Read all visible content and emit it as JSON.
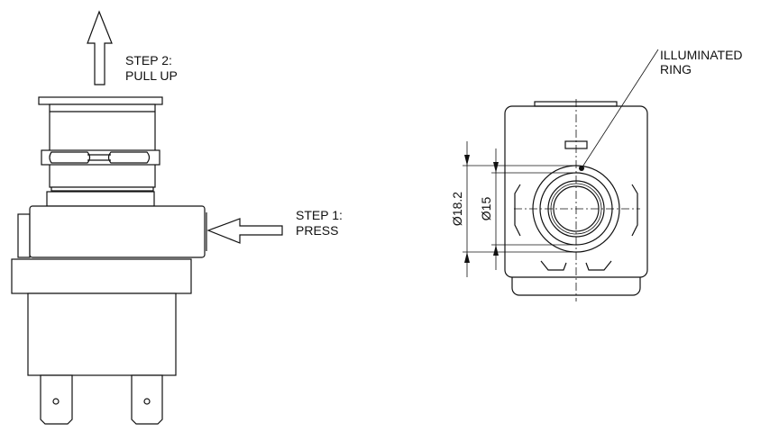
{
  "side_view": {
    "step2_line1": "STEP 2:",
    "step2_line2": "PULL UP",
    "step1_line1": "STEP 1:",
    "step1_line2": "PRESS"
  },
  "front_view": {
    "callout_line1": "ILLUMINATED",
    "callout_line2": "RING",
    "dim_outer": "Ø18.2",
    "dim_inner": "Ø15"
  }
}
